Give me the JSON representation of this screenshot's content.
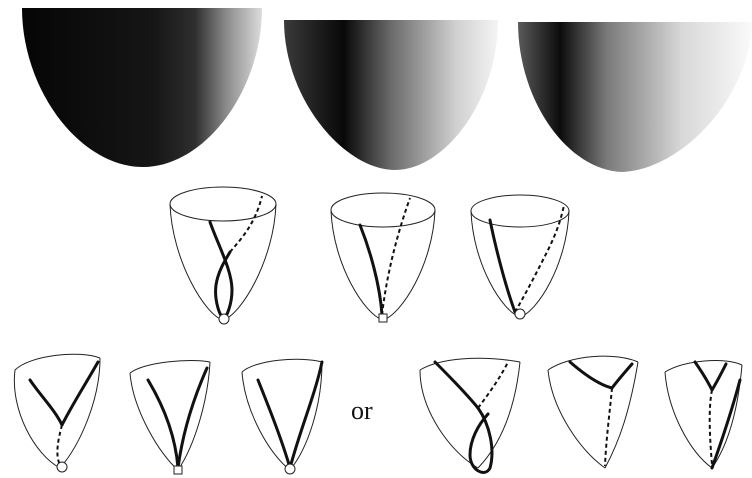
{
  "figure": {
    "connector_label": "or"
  },
  "colors": {
    "shade_dark": "#0a0a0a",
    "shade_mid": "#6e6e6e",
    "shade_light": "#ffffff",
    "stroke": "#111111"
  },
  "panels": {
    "shaded_surfaces": 3,
    "middle_row_markers": [
      "circle",
      "square",
      "circle"
    ],
    "bottom_row_markers": [
      "circle",
      "square",
      "circle"
    ]
  }
}
